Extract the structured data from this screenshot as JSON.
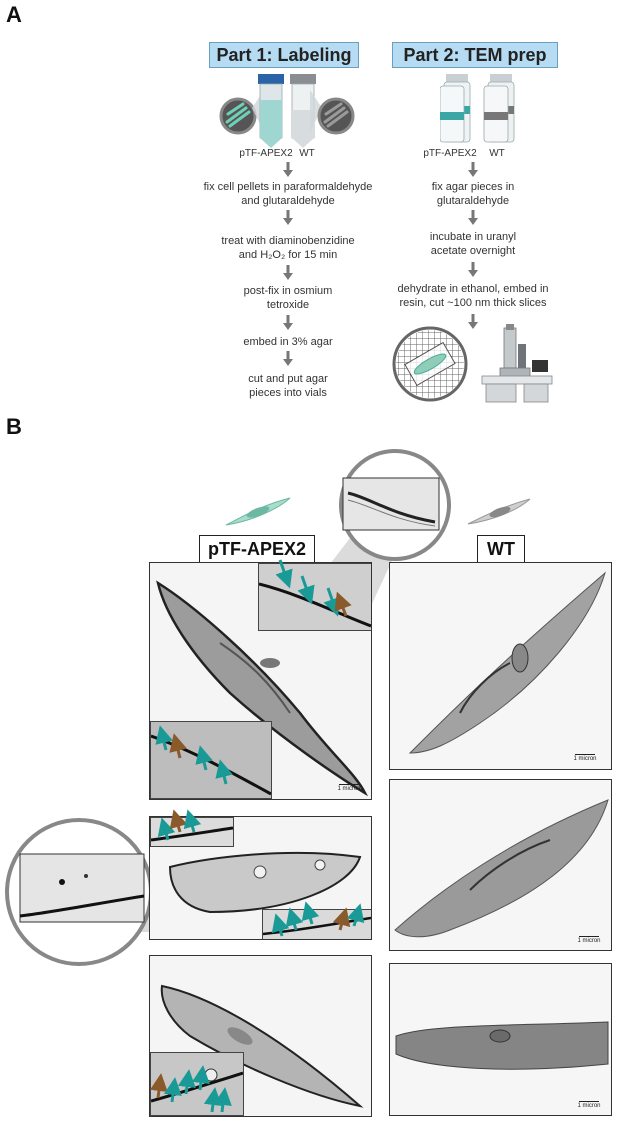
{
  "panel_a": {
    "letter": "A",
    "part1": {
      "title": "Part 1: Labeling",
      "tube_labels": [
        "pTF-APEX2",
        "WT"
      ],
      "steps": [
        "fix cell pellets in paraformaldehyde",
        "and glutaraldehyde",
        "treat with diaminobenzidine",
        "and H₂O₂ for 15 min",
        "post-fix in osmium",
        "tetroxide",
        "embed in 3% agar",
        "cut and put agar",
        "pieces into vials"
      ]
    },
    "part2": {
      "title": "Part 2: TEM prep",
      "vial_labels": [
        "pTF-APEX2",
        "WT"
      ],
      "steps": [
        "fix agar pieces in",
        "glutaraldehyde",
        "incubate in uranyl",
        "acetate overnight",
        "dehydrate in ethanol, embed in",
        "resin, cut ~100 nm thick slices"
      ]
    }
  },
  "panel_b": {
    "letter": "B",
    "label_left": "pTF-APEX2",
    "label_right": "WT",
    "scale_bar": "1 micron",
    "colors": {
      "teal_arrow": "#1a9a96",
      "brown_arrow": "#8a5a2b",
      "cell_icon_green": "#8fcdb8"
    }
  }
}
